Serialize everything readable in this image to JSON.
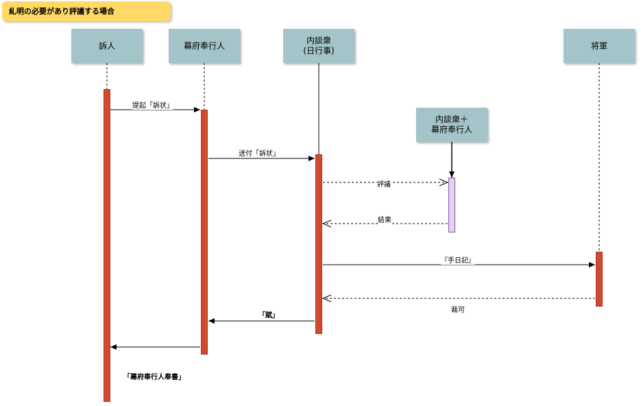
{
  "title": "糺明の必要があり評議する場合",
  "actors": {
    "sonin": "訴人",
    "bakufu": "幕府奉行人",
    "naidan": "内談衆\n(日行事)",
    "shogun": "将軍",
    "combined": "内談衆＋\n幕府奉行人"
  },
  "messages": {
    "teiki": "提起「訴状」",
    "sofu": "送付「訴状」",
    "hyogi": "評議",
    "kekka": "結果",
    "tenikki": "『手日記』",
    "saika": "裁可",
    "fu": "「賦」",
    "hoshoku": "「幕府奉行人奉書」"
  },
  "colors": {
    "actor_fill": "#a3c4c8",
    "activation": "#d24a2e",
    "activation_sub": "#e6d0f5",
    "title_fill": "#ffd966"
  }
}
